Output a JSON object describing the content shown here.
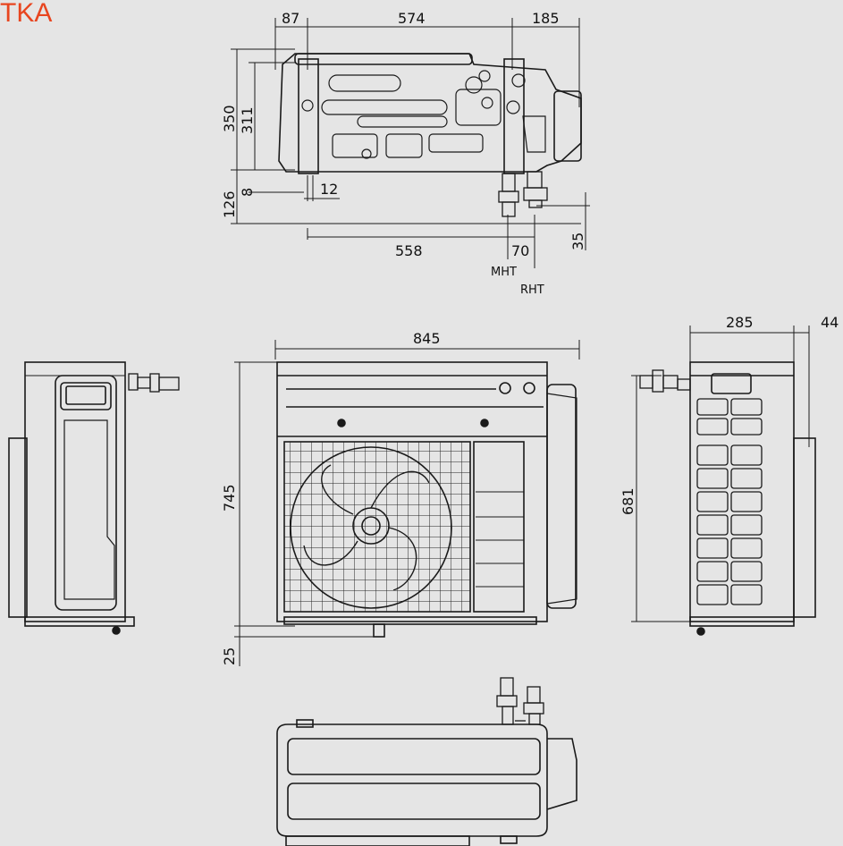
{
  "brand": {
    "text": "TKA",
    "color": "#e8451f"
  },
  "top_view": {
    "width_dims": [
      "87",
      "574",
      "185"
    ],
    "height_dims": [
      "350",
      "311"
    ],
    "lower_dims": [
      "8",
      "126",
      "12"
    ],
    "base_dims": [
      "558",
      "70",
      "35"
    ],
    "connection_labels": [
      "MHT",
      "RHT"
    ]
  },
  "front_view": {
    "width": "845",
    "height": "745",
    "foot": "25"
  },
  "side_view": {
    "depth": "285",
    "offset": "44",
    "height": "681"
  }
}
